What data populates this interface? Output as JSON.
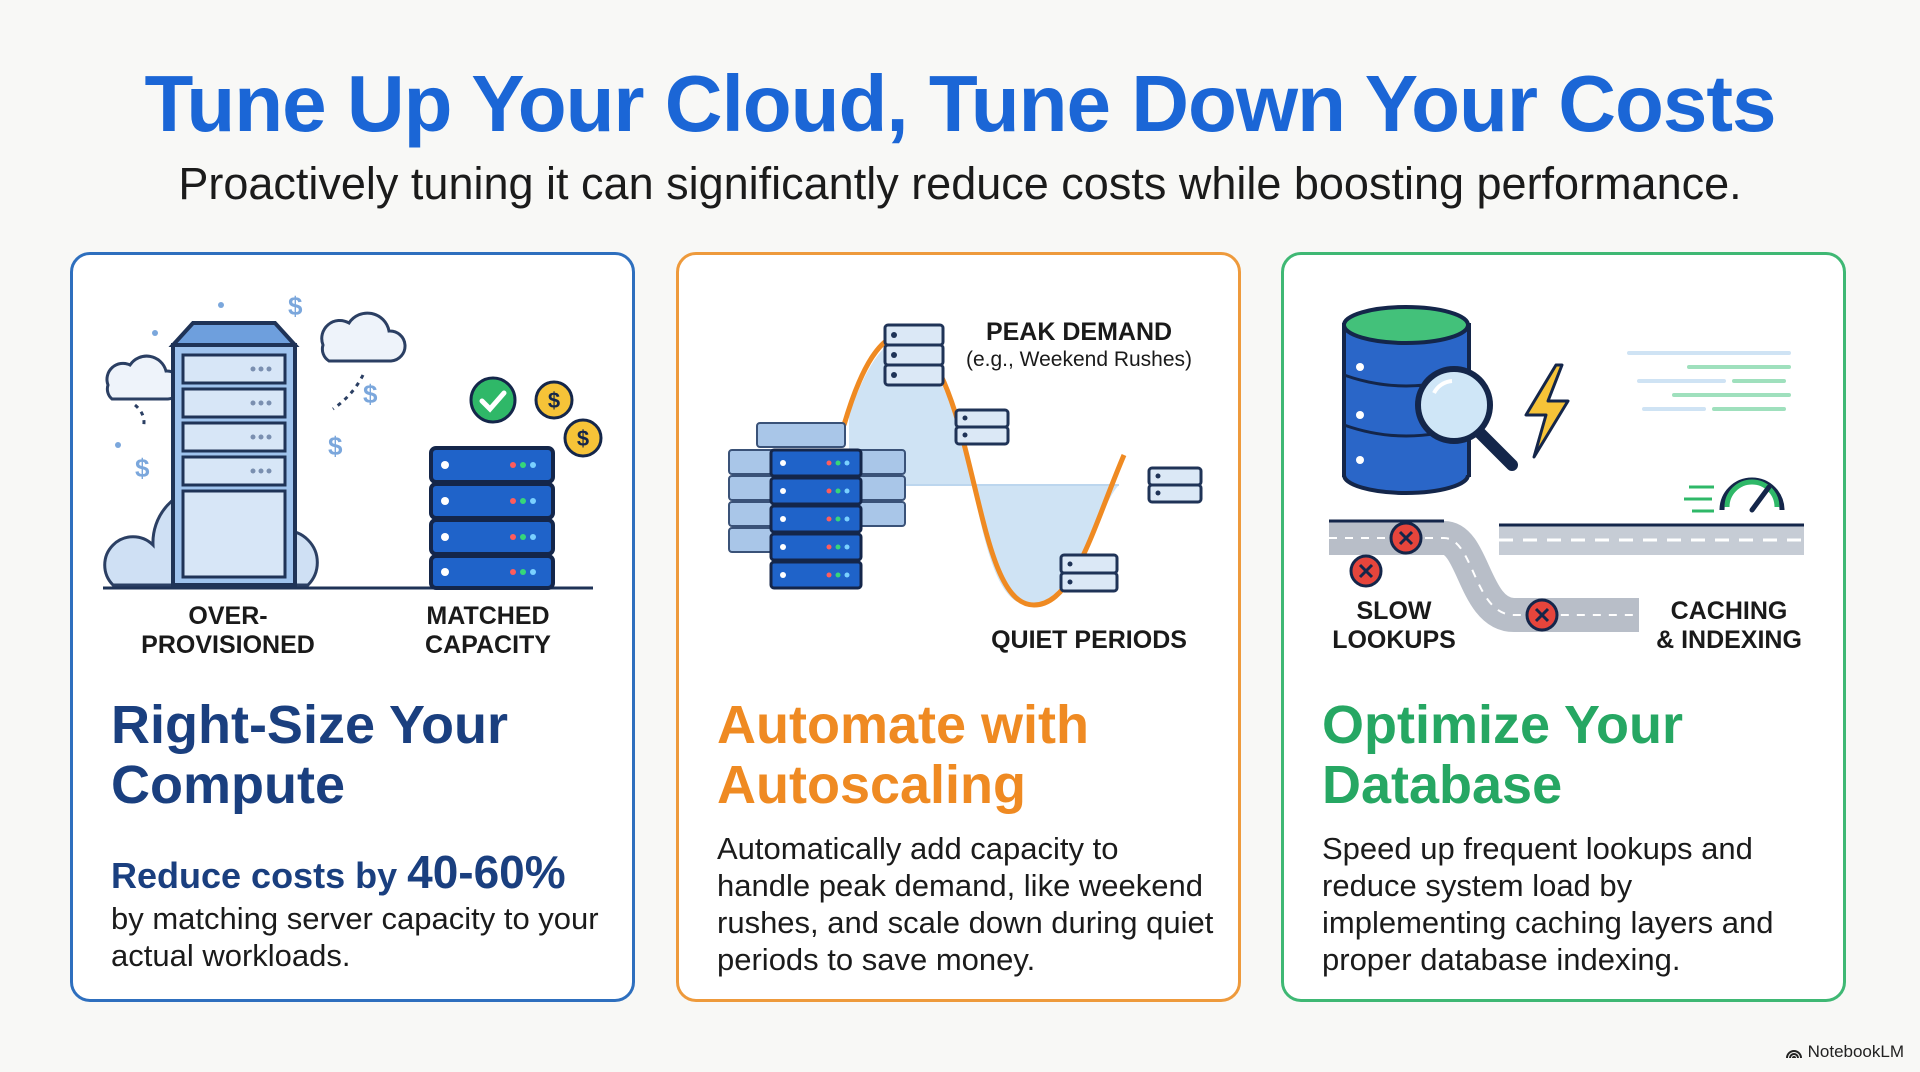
{
  "header": {
    "title": "Tune Up Your Cloud, Tune Down Your Costs",
    "subtitle": "Proactively tuning it can significantly reduce costs while boosting performance."
  },
  "cards": [
    {
      "title": "Right-Size Your Compute",
      "highlight_prefix": "Reduce costs by ",
      "highlight_value": "40-60%",
      "description": "by matching server capacity to your actual workloads.",
      "labels": {
        "left": "OVER-\nPROVISIONED",
        "right": "MATCHED\nCAPACITY"
      },
      "accent": "#1a3f7f"
    },
    {
      "title": "Automate with Autoscaling",
      "description": "Automatically add capacity to handle peak demand, like weekend rushes, and scale down during quiet periods to save money.",
      "labels": {
        "peak": "PEAK DEMAND",
        "peak_note": "(e.g., Weekend Rushes)",
        "quiet": "QUIET PERIODS"
      },
      "accent": "#ef8a22"
    },
    {
      "title": "Optimize Your Database",
      "description": "Speed up frequent lookups and reduce system load by implementing caching layers and proper database indexing.",
      "labels": {
        "slow": "SLOW\nLOOKUPS",
        "caching": "CACHING\n& INDEXING"
      },
      "accent": "#26a763"
    }
  ],
  "watermark": "NotebookLM"
}
